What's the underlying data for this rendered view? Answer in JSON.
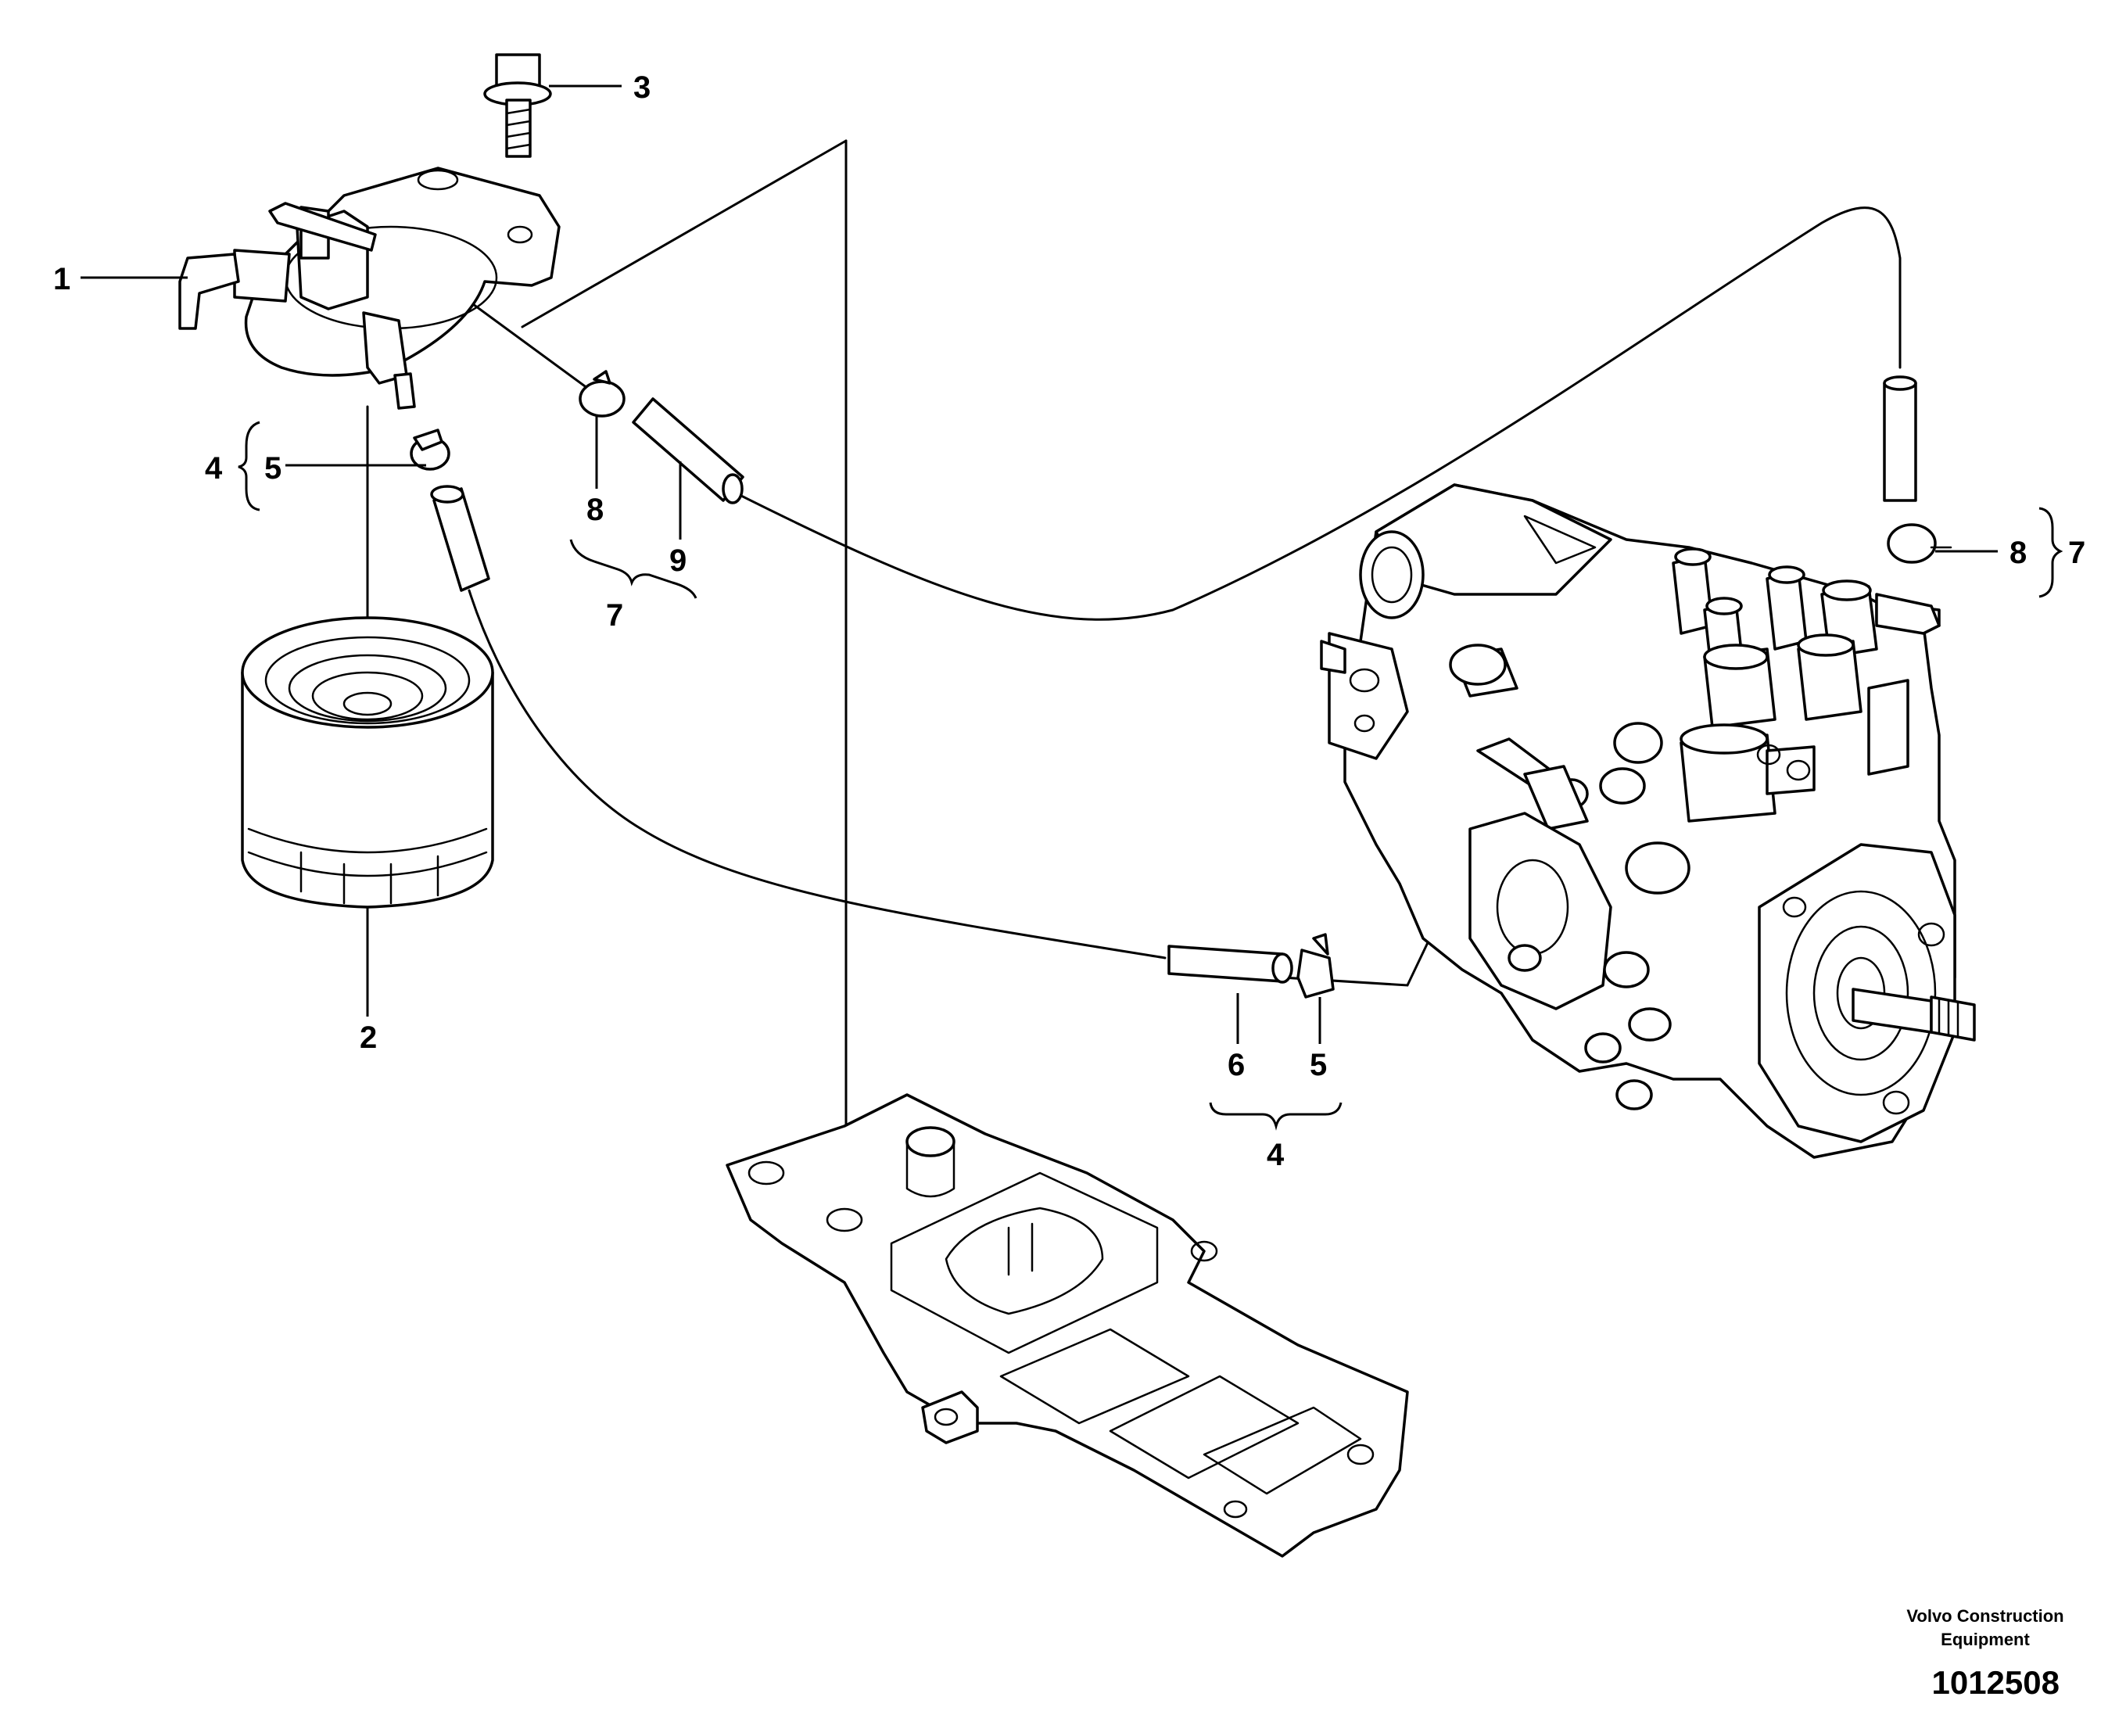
{
  "callouts": {
    "c1": "1",
    "c2": "2",
    "c3": "3",
    "c4_top": "4",
    "c5_top": "5",
    "c8_mid": "8",
    "c9": "9",
    "c7_mid": "7",
    "c6": "6",
    "c5_bottom": "5",
    "c4_bottom": "4",
    "c8_right": "8",
    "c7_right": "7"
  },
  "footer": {
    "brand": "Volvo Construction\nEquipment",
    "figure_number": "1012508"
  }
}
